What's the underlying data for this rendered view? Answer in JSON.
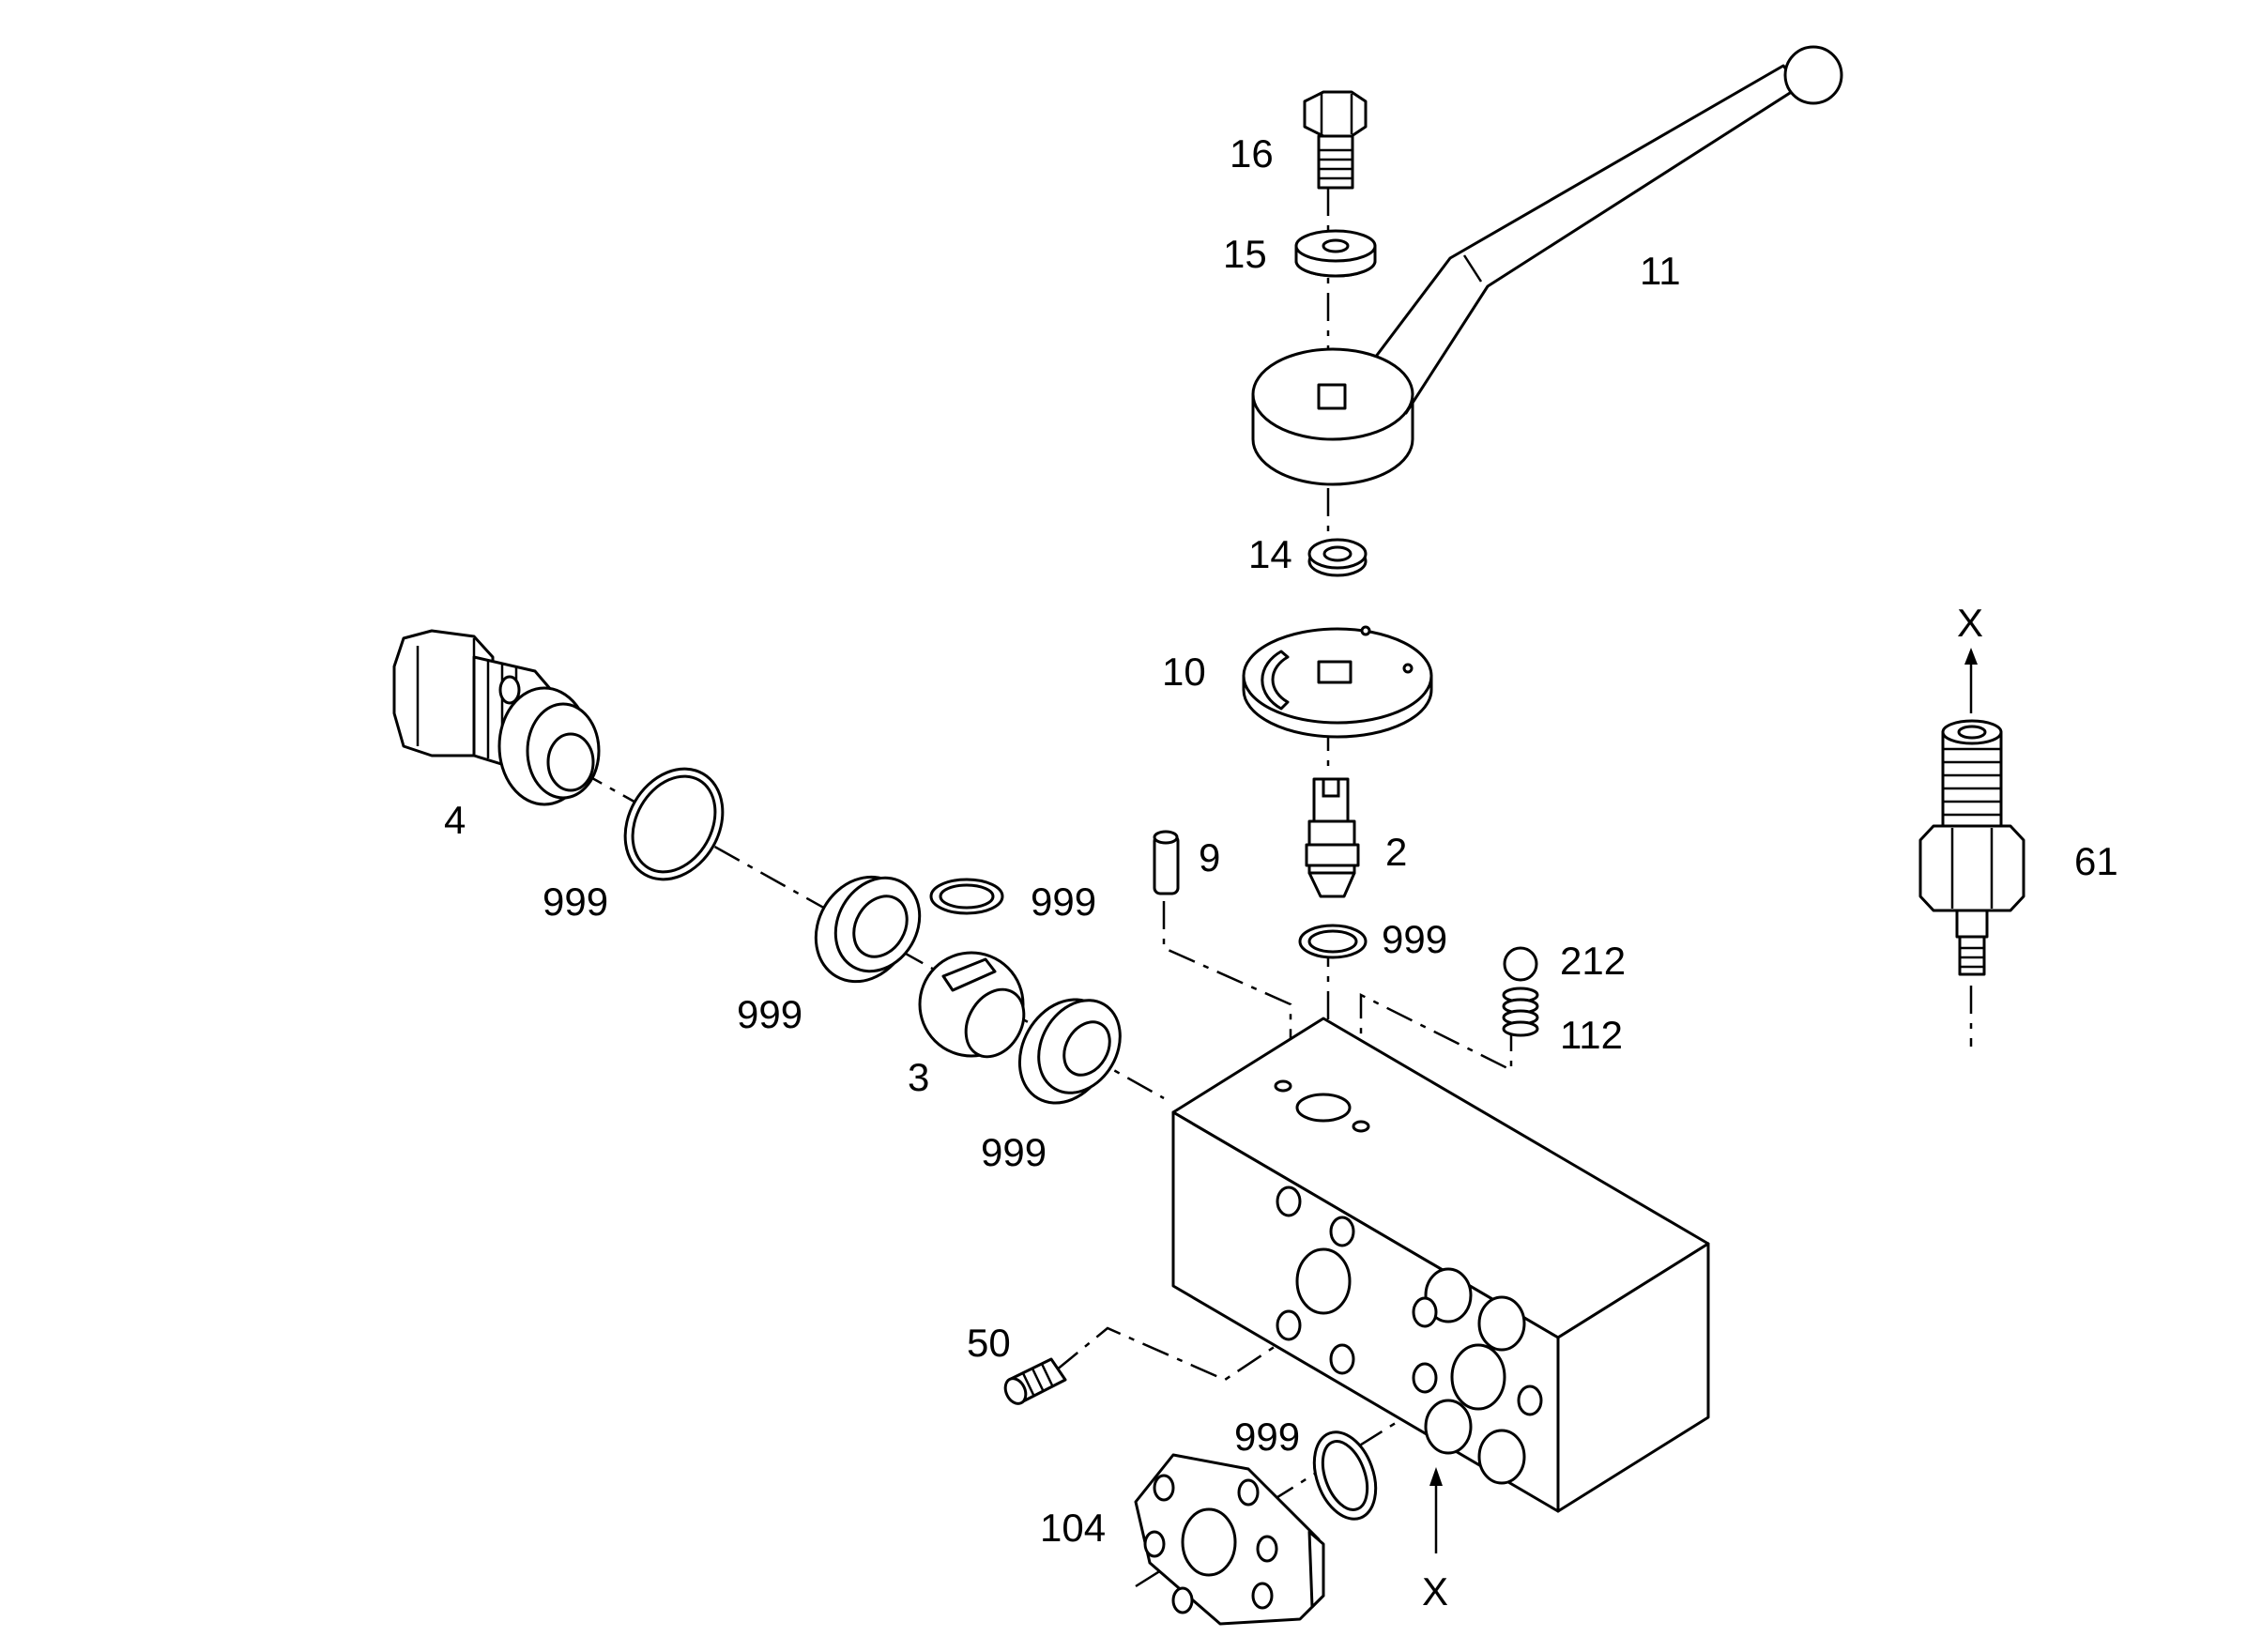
{
  "labels": {
    "l16": "16",
    "l15": "15",
    "l11": "11",
    "l14": "14",
    "l10": "10",
    "l4": "4",
    "l999_a": "999",
    "l9": "9",
    "l2": "2",
    "l999_b": "999",
    "l999_c": "999",
    "l999_d": "999",
    "l212": "212",
    "l112": "112",
    "l3": "3",
    "l999_e": "999",
    "l50": "50",
    "l999_f": "999",
    "l104": "104",
    "lX_bottom": "X",
    "lX_top": "X",
    "l61": "61"
  }
}
